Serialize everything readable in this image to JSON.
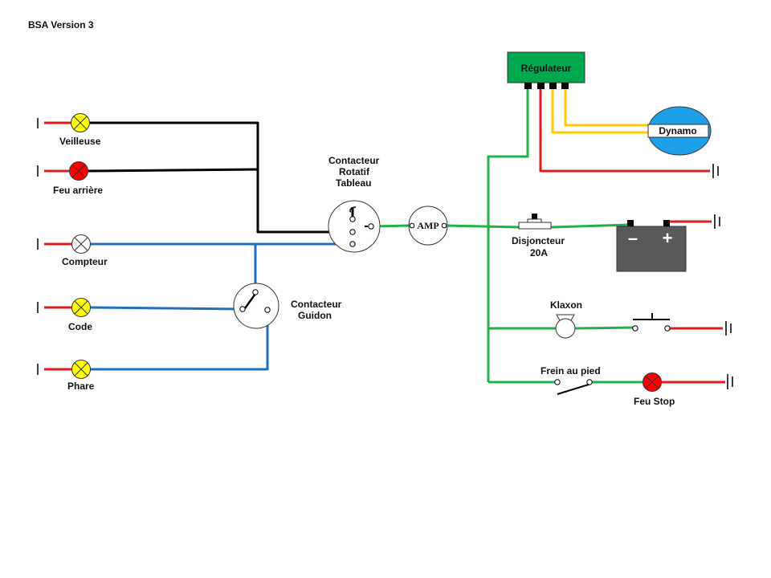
{
  "title": "BSA Version 3",
  "labels": {
    "veilleuse": "Veilleuse",
    "feu_arriere": "Feu arrière",
    "compteur": "Compteur",
    "code": "Code",
    "phare": "Phare",
    "contacteur_rotatif_1": "Contacteur",
    "contacteur_rotatif_2": "Rotatif",
    "contacteur_rotatif_3": "Tableau",
    "contacteur_guidon_1": "Contacteur",
    "contacteur_guidon_2": "Guidon",
    "amp": "AMP",
    "disjoncteur_1": "Disjoncteur",
    "disjoncteur_2": "20A",
    "regulateur": "Régulateur",
    "dynamo": "Dynamo",
    "klaxon": "Klaxon",
    "frein": "Frein au pied",
    "feu_stop": "Feu Stop",
    "battery_minus": "–",
    "battery_plus": "+"
  },
  "colors": {
    "wire_black": "#000000",
    "wire_blue": "#1f6fbf",
    "wire_green": "#22b04b",
    "wire_red": "#e01b1b",
    "wire_yellow": "#ffcc00",
    "lamp_yellow": "#ffff00",
    "lamp_red": "#ff0000",
    "regulator_fill": "#00a850",
    "dynamo_fill": "#1ea0e8",
    "battery_fill": "#595959"
  }
}
